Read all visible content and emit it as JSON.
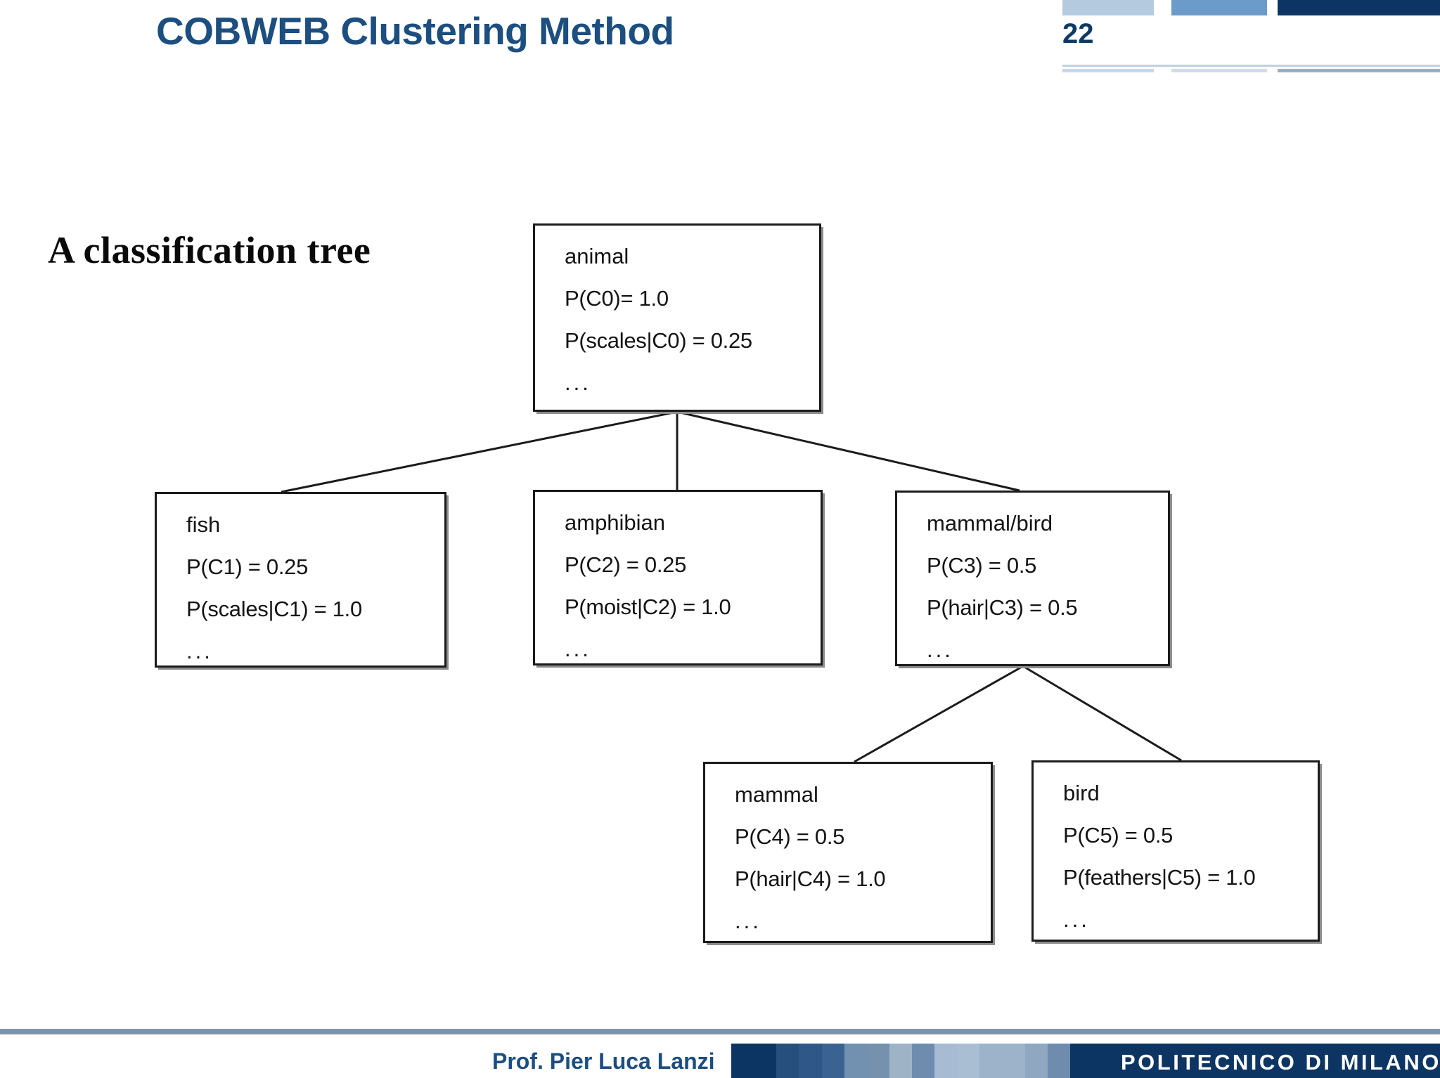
{
  "header": {
    "title": "COBWEB Clustering Method",
    "page_number": "22",
    "accent_light": "#b4cadf",
    "accent_mid": "#6d9bc9",
    "accent_dark": "#0d3563",
    "title_color": "#1c4e80"
  },
  "body": {
    "section_label": "A classification tree"
  },
  "diagram": {
    "type": "tree",
    "nodes": [
      {
        "id": "animal",
        "title": "animal",
        "lines": [
          "P(C0)= 1.0",
          "P(scales|C0) = 0.25"
        ],
        "ellipsis": "..."
      },
      {
        "id": "fish",
        "title": "fish",
        "lines": [
          "P(C1) = 0.25",
          "P(scales|C1) = 1.0"
        ],
        "ellipsis": "..."
      },
      {
        "id": "amphibian",
        "title": "amphibian",
        "lines": [
          "P(C2) = 0.25",
          "P(moist|C2) = 1.0"
        ],
        "ellipsis": "..."
      },
      {
        "id": "mammalbird",
        "title": "mammal/bird",
        "lines": [
          "P(C3) = 0.5",
          "P(hair|C3) = 0.5"
        ],
        "ellipsis": "..."
      },
      {
        "id": "mammal",
        "title": "mammal",
        "lines": [
          "P(C4) = 0.5",
          "P(hair|C4) = 1.0"
        ],
        "ellipsis": "..."
      },
      {
        "id": "bird",
        "title": "bird",
        "lines": [
          "P(C5) = 0.5",
          "P(feathers|C5) = 1.0"
        ],
        "ellipsis": "..."
      }
    ],
    "edges": [
      {
        "from": "animal",
        "to": "fish"
      },
      {
        "from": "animal",
        "to": "amphibian"
      },
      {
        "from": "animal",
        "to": "mammalbird"
      },
      {
        "from": "mammalbird",
        "to": "mammal"
      },
      {
        "from": "mammalbird",
        "to": "bird"
      }
    ],
    "edge_color": "#1b1b1b",
    "node_border_color": "#1b1b1b",
    "node_shadow_color": "#8c8c8c"
  },
  "footer": {
    "author": "Prof. Pier Luca Lanzi",
    "brand": "POLITECNICO DI MILANO",
    "rule_color": "#7c93ad",
    "brand_bg": "#0d3563",
    "stripes": [
      "#0d3563",
      "#0d3563",
      "#274f7e",
      "#2f5888",
      "#3a6391",
      "#7290b0",
      "#7691ae",
      "#9fb3c7",
      "#6f8cae",
      "#a7bcd2",
      "#a9bed3",
      "#9db3c9",
      "#9db3c9",
      "#8fa7c0",
      "#6f8cae",
      "#0d3563"
    ]
  }
}
